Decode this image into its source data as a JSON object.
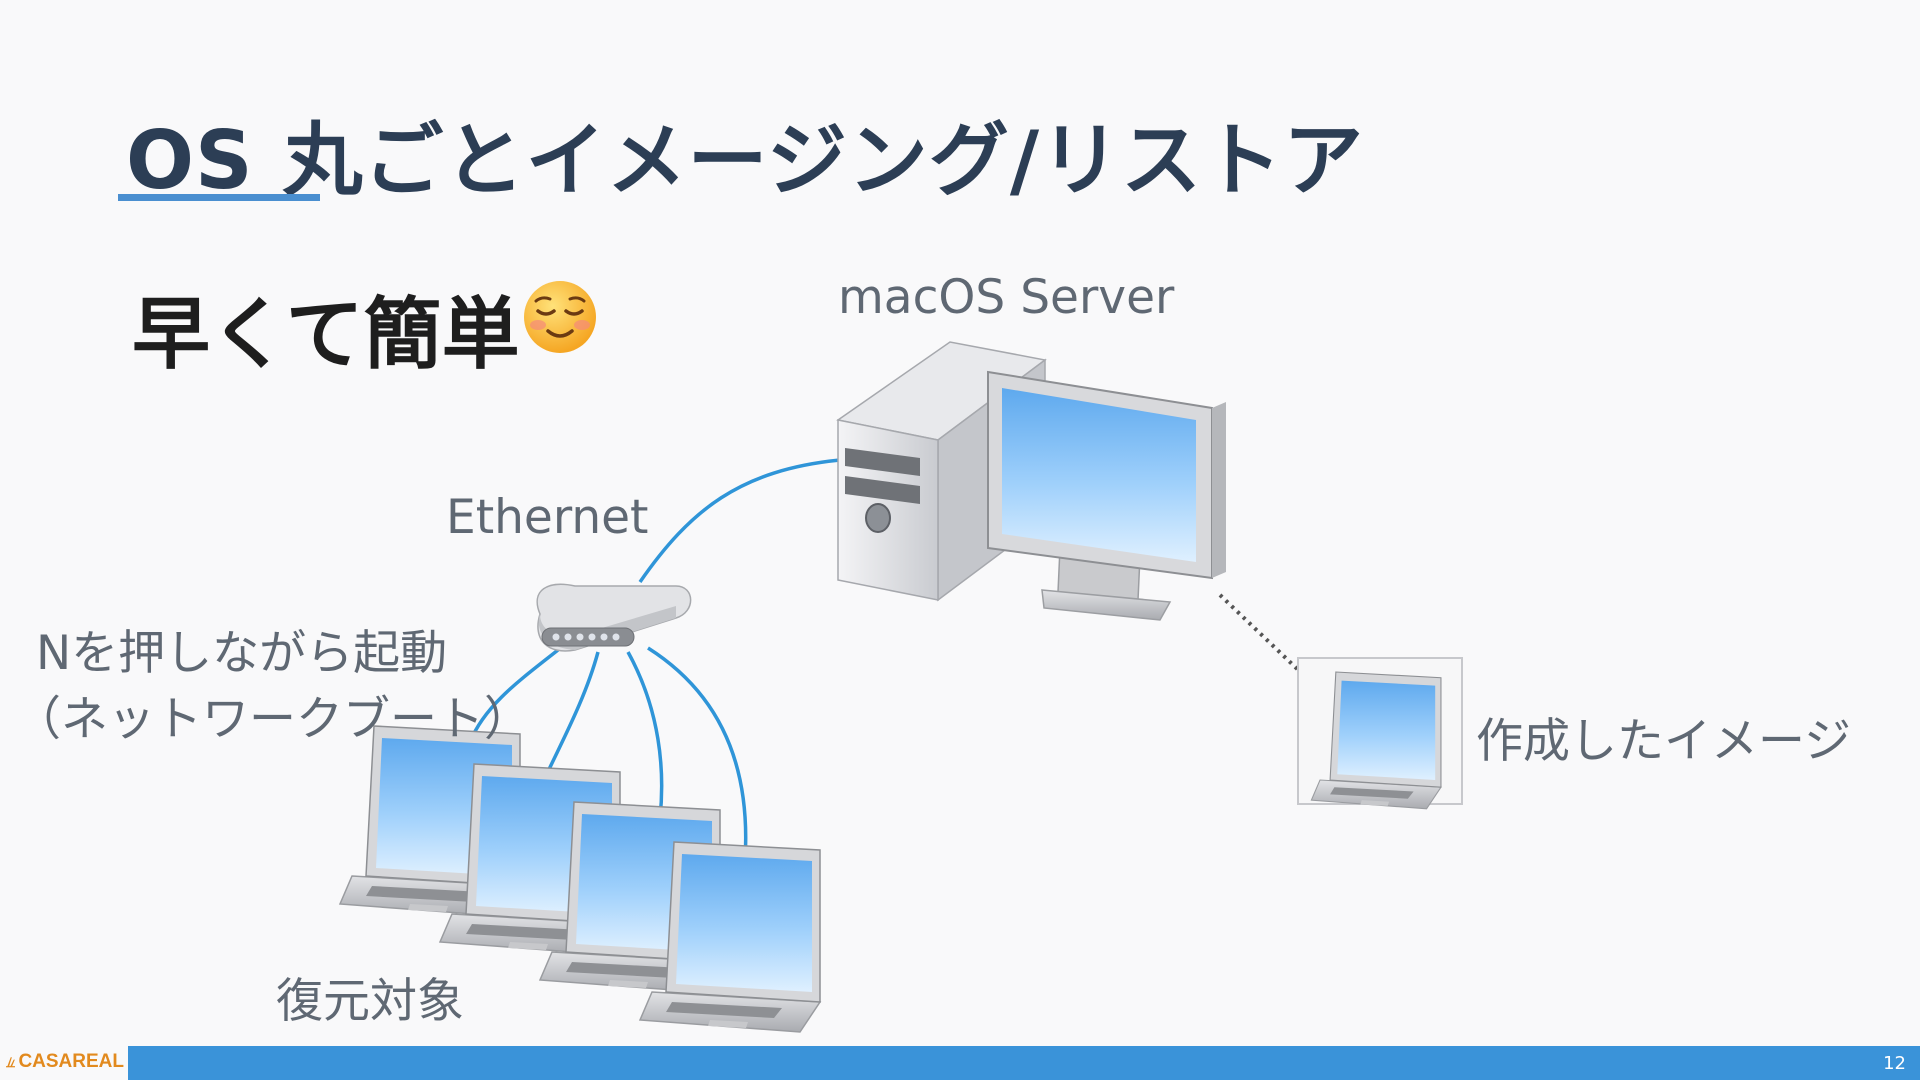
{
  "slide": {
    "title": "OS 丸ごとイメージング/リストア",
    "subtitle": "早くて簡単",
    "page_number": "12"
  },
  "emoji": {
    "icon": "smiling-face-icon"
  },
  "diagram": {
    "server_label": "macOS Server",
    "ethernet_label": "Ethernet",
    "netboot_line1": "Nを押しながら起動",
    "netboot_line2": "（ネットワークブート）",
    "image_label": "作成したイメージ",
    "restore_label": "復元対象"
  },
  "footer": {
    "logo_text": "CASAREAL",
    "bar_color": "#3a93d9",
    "accent_color": "#e28a1e"
  },
  "colors": {
    "title": "#2c3e55",
    "underline": "#4a8fd0",
    "cable": "#2f95d8",
    "screen": "#8cc4f5"
  }
}
